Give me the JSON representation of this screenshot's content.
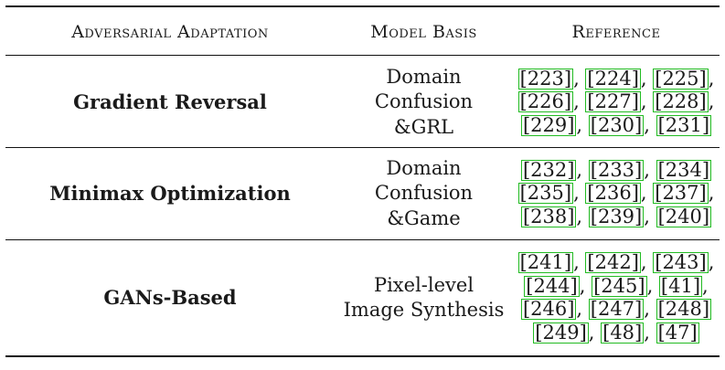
{
  "table": {
    "headers": [
      "Adversarial Adaptation",
      "Model Basis",
      "Reference"
    ],
    "rows": [
      {
        "method": "Gradient Reversal",
        "basis": [
          "Domain",
          "Confusion",
          "&GRL"
        ],
        "ref_lines": [
          [
            "[223]",
            "[224]",
            "[225]"
          ],
          [
            "[226]",
            "[227]",
            "[228]"
          ],
          [
            "[229]",
            "[230]",
            "[231]"
          ]
        ],
        "line_endings": [
          ",",
          ",",
          ""
        ]
      },
      {
        "method": "Minimax Optimization",
        "basis": [
          "Domain",
          "Confusion",
          "&Game"
        ],
        "ref_lines": [
          [
            "[232]",
            "[233]",
            "[234]"
          ],
          [
            "[235]",
            "[236]",
            "[237]"
          ],
          [
            "[238]",
            "[239]",
            "[240]"
          ]
        ],
        "line_endings": [
          "",
          ",",
          ""
        ]
      },
      {
        "method": "GANs-Based",
        "basis": [
          "Pixel-level",
          "Image Synthesis"
        ],
        "ref_lines": [
          [
            "[241]",
            "[242]",
            "[243]"
          ],
          [
            "[244]",
            "[245]",
            "[41]"
          ],
          [
            "[246]",
            "[247]",
            "[248]"
          ],
          [
            "[249]",
            "[48]",
            "[47]"
          ]
        ],
        "line_endings": [
          ",",
          ",",
          "",
          ""
        ]
      }
    ]
  },
  "colors": {
    "rule": "#111111",
    "ref_box": "#22bb22",
    "text": "#1a1a1a"
  }
}
